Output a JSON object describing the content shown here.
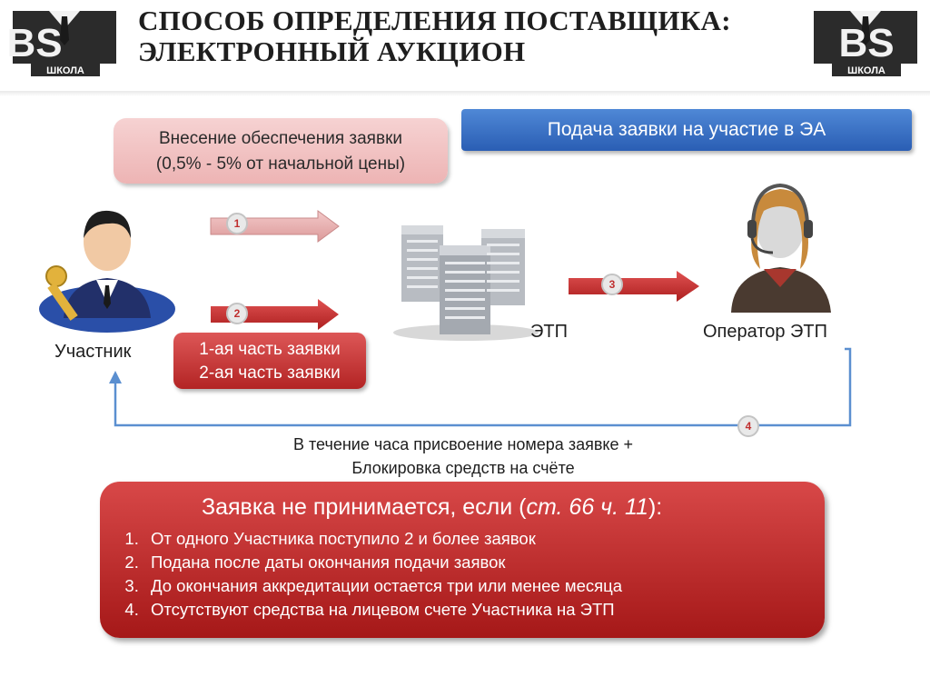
{
  "logo": {
    "letters": "BS",
    "caption": "ШКОЛА"
  },
  "header": {
    "title_line1": "СПОСОБ ОПРЕДЕЛЕНИЯ ПОСТАВЩИКА:",
    "title_line2": "ЭЛЕКТРОННЫЙ АУКЦИОН"
  },
  "deposit_box": {
    "line1": "Внесение обеспечения заявки",
    "line2": "(0,5% - 5% от начальной цены)"
  },
  "stage_banner": "Подача заявки на участие в ЭА",
  "nodes": {
    "participant": "Участник",
    "etp": "ЭТП",
    "operator": "Оператор ЭТП"
  },
  "application_parts": {
    "part1": "1-ая  часть заявки",
    "part2": "2-ая  часть заявки"
  },
  "steps": [
    "1",
    "2",
    "3",
    "4"
  ],
  "return_caption": {
    "line1": "В течение часа присвоение номера заявке  +",
    "line2": "Блокировка средств на счёте"
  },
  "rejection": {
    "head_prefix": "Заявка не принимается, если (",
    "head_ref": "ст. 66 ч. 11",
    "head_suffix": "):",
    "items": [
      "От одного Участника поступило 2 и более заявок",
      "Подана после даты окончания подачи заявок",
      "До окончания аккредитации остается три или менее месяца",
      "Отсутствуют средства на лицевом счете Участника на ЭТП"
    ]
  },
  "colors": {
    "banner_blue": "#2a5eb4",
    "accent_red": "#b32424",
    "pink": "#edb4b4",
    "flow_line": "#5b8fd0"
  }
}
